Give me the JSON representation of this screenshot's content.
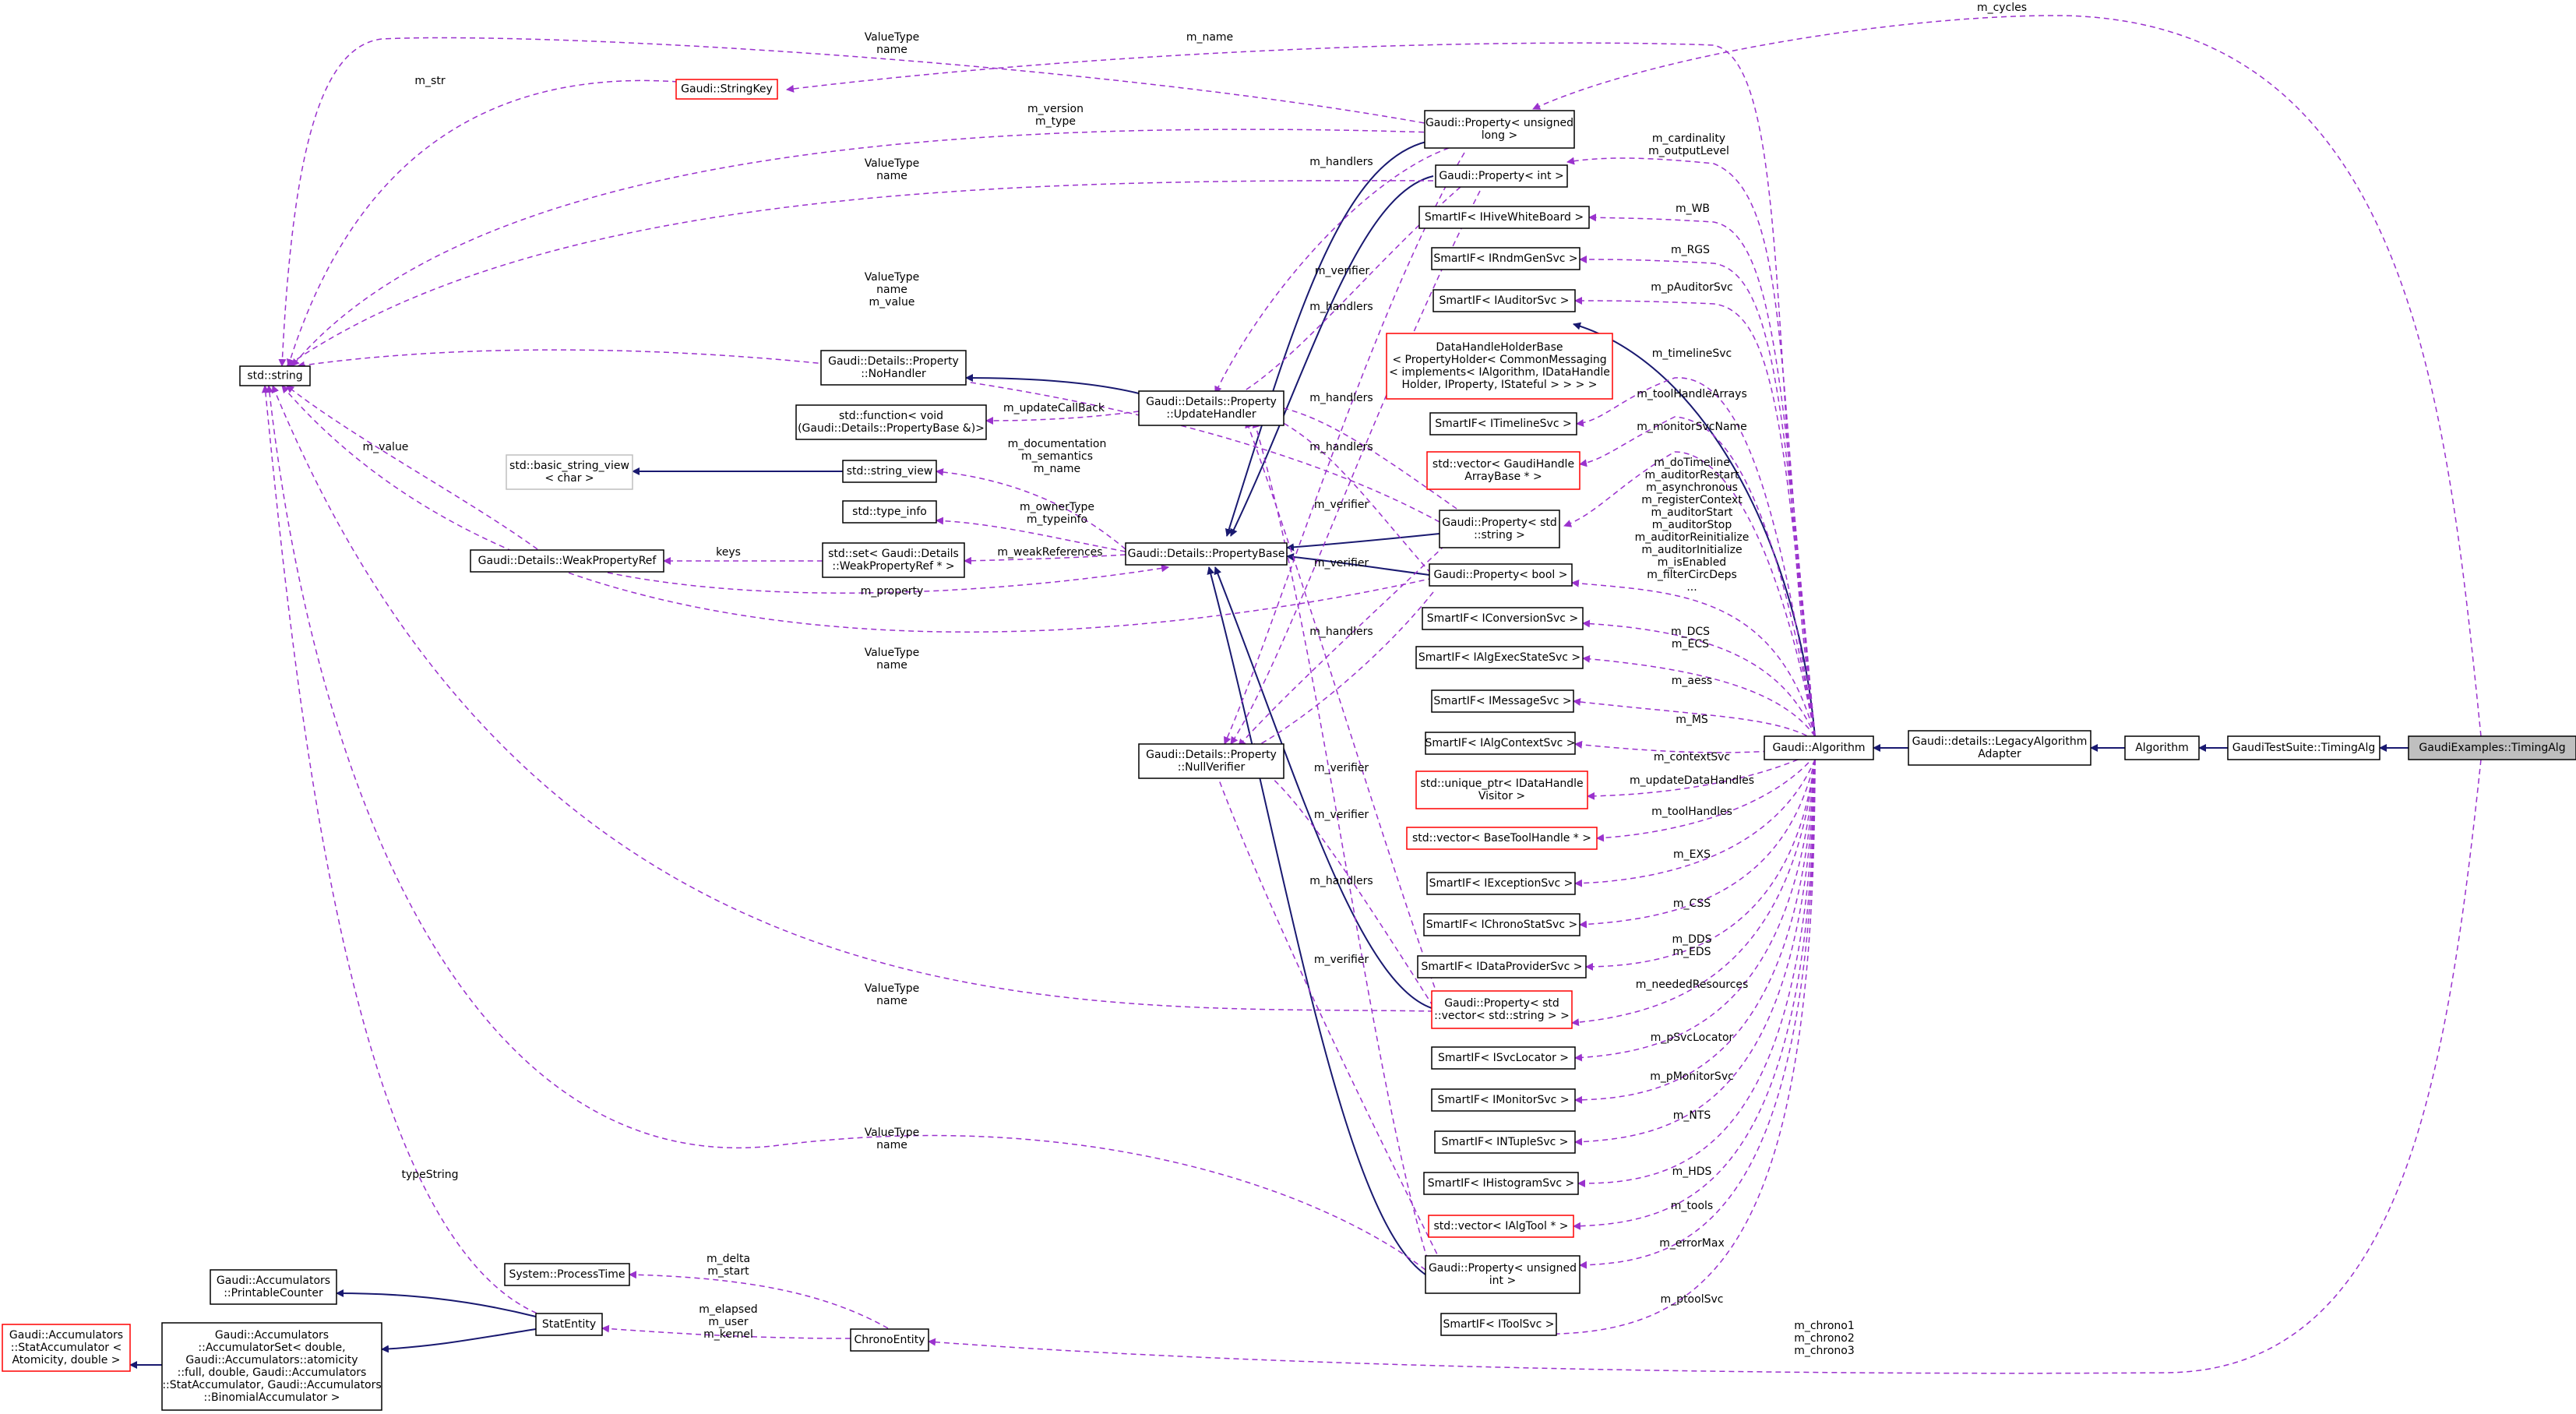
{
  "diagram": {
    "nodes": [
      {
        "id": "timingalg",
        "lines": [
          "GaudiExamples::TimingAlg"
        ],
        "style": "highlight"
      },
      {
        "id": "gts_timingalg",
        "lines": [
          "GaudiTestSuite::TimingAlg"
        ],
        "style": "normal"
      },
      {
        "id": "algorithm",
        "lines": [
          "Algorithm"
        ],
        "style": "normal"
      },
      {
        "id": "legacy_adapter",
        "lines": [
          "Gaudi::details::LegacyAlgorithm",
          "Adapter"
        ],
        "style": "normal"
      },
      {
        "id": "gaudi_algorithm",
        "lines": [
          "Gaudi::Algorithm"
        ],
        "style": "normal"
      },
      {
        "id": "std_string",
        "lines": [
          "std::string"
        ],
        "style": "normal"
      },
      {
        "id": "stringkey",
        "lines": [
          "Gaudi::StringKey"
        ],
        "style": "red"
      },
      {
        "id": "prop_ulong",
        "lines": [
          "Gaudi::Property< unsigned",
          "long >"
        ],
        "style": "normal"
      },
      {
        "id": "prop_int",
        "lines": [
          "Gaudi::Property< int >"
        ],
        "style": "normal"
      },
      {
        "id": "sif_hive",
        "lines": [
          "SmartIF< IHiveWhiteBoard >"
        ],
        "style": "normal"
      },
      {
        "id": "sif_rndm",
        "lines": [
          "SmartIF< IRndmGenSvc >"
        ],
        "style": "normal"
      },
      {
        "id": "sif_auditor",
        "lines": [
          "SmartIF< IAuditorSvc >"
        ],
        "style": "normal"
      },
      {
        "id": "dhhb",
        "lines": [
          "DataHandleHolderBase",
          "< PropertyHolder< CommonMessaging",
          "< implements< IAlgorithm, IDataHandle",
          "Holder, IProperty, IStateful > > > >"
        ],
        "style": "red"
      },
      {
        "id": "nohandler",
        "lines": [
          "Gaudi::Details::Property",
          "::NoHandler"
        ],
        "style": "normal"
      },
      {
        "id": "std_function",
        "lines": [
          "std::function< void",
          "(Gaudi::Details::PropertyBase &)>"
        ],
        "style": "normal"
      },
      {
        "id": "updatehandler",
        "lines": [
          "Gaudi::Details::Property",
          "::UpdateHandler"
        ],
        "style": "normal"
      },
      {
        "id": "sif_timeline",
        "lines": [
          "SmartIF< ITimelineSvc >"
        ],
        "style": "normal"
      },
      {
        "id": "vec_gaudihandle",
        "lines": [
          "std::vector< GaudiHandle",
          "ArrayBase * >"
        ],
        "style": "red"
      },
      {
        "id": "basic_string_view",
        "lines": [
          "std::basic_string_view",
          "< char >"
        ],
        "style": "gray"
      },
      {
        "id": "string_view",
        "lines": [
          "std::string_view"
        ],
        "style": "normal"
      },
      {
        "id": "type_info",
        "lines": [
          "std::type_info"
        ],
        "style": "normal"
      },
      {
        "id": "weakpropref",
        "lines": [
          "Gaudi::Details::WeakPropertyRef"
        ],
        "style": "normal"
      },
      {
        "id": "set_weakref",
        "lines": [
          "std::set< Gaudi::Details",
          "::WeakPropertyRef * >"
        ],
        "style": "normal"
      },
      {
        "id": "propertybase",
        "lines": [
          "Gaudi::Details::PropertyBase"
        ],
        "style": "normal"
      },
      {
        "id": "prop_string",
        "lines": [
          "Gaudi::Property< std",
          "::string >"
        ],
        "style": "normal"
      },
      {
        "id": "prop_bool",
        "lines": [
          "Gaudi::Property< bool >"
        ],
        "style": "normal"
      },
      {
        "id": "sif_conversion",
        "lines": [
          "SmartIF< IConversionSvc >"
        ],
        "style": "normal"
      },
      {
        "id": "sif_algexec",
        "lines": [
          "SmartIF< IAlgExecStateSvc >"
        ],
        "style": "normal"
      },
      {
        "id": "sif_message",
        "lines": [
          "SmartIF< IMessageSvc >"
        ],
        "style": "normal"
      },
      {
        "id": "sif_algcontext",
        "lines": [
          "SmartIF< IAlgContextSvc >"
        ],
        "style": "normal"
      },
      {
        "id": "nullverifier",
        "lines": [
          "Gaudi::Details::Property",
          "::NullVerifier"
        ],
        "style": "normal"
      },
      {
        "id": "uptr_visitor",
        "lines": [
          "std::unique_ptr< IDataHandle",
          "Visitor >"
        ],
        "style": "red"
      },
      {
        "id": "vec_basetoolhandle",
        "lines": [
          "std::vector< BaseToolHandle * >"
        ],
        "style": "red"
      },
      {
        "id": "sif_exception",
        "lines": [
          "SmartIF< IExceptionSvc >"
        ],
        "style": "normal"
      },
      {
        "id": "sif_chrono",
        "lines": [
          "SmartIF< IChronoStatSvc >"
        ],
        "style": "normal"
      },
      {
        "id": "sif_dataprovider",
        "lines": [
          "SmartIF< IDataProviderSvc >"
        ],
        "style": "normal"
      },
      {
        "id": "prop_vecstring",
        "lines": [
          "Gaudi::Property< std",
          "::vector< std::string > >"
        ],
        "style": "red"
      },
      {
        "id": "sif_svclocator",
        "lines": [
          "SmartIF< ISvcLocator >"
        ],
        "style": "normal"
      },
      {
        "id": "sif_monitor",
        "lines": [
          "SmartIF< IMonitorSvc >"
        ],
        "style": "normal"
      },
      {
        "id": "sif_ntuple",
        "lines": [
          "SmartIF< INTupleSvc >"
        ],
        "style": "normal"
      },
      {
        "id": "sif_histogram",
        "lines": [
          "SmartIF< IHistogramSvc >"
        ],
        "style": "normal"
      },
      {
        "id": "vec_algtool",
        "lines": [
          "std::vector< IAlgTool * >"
        ],
        "style": "red"
      },
      {
        "id": "prop_uint",
        "lines": [
          "Gaudi::Property< unsigned",
          "int >"
        ],
        "style": "normal"
      },
      {
        "id": "sif_toolsvc",
        "lines": [
          "SmartIF< IToolSvc >"
        ],
        "style": "normal"
      },
      {
        "id": "printablecounter",
        "lines": [
          "Gaudi::Accumulators",
          "::PrintableCounter"
        ],
        "style": "normal"
      },
      {
        "id": "processtime",
        "lines": [
          "System::ProcessTime"
        ],
        "style": "normal"
      },
      {
        "id": "statentity",
        "lines": [
          "StatEntity"
        ],
        "style": "normal"
      },
      {
        "id": "chronoentity",
        "lines": [
          "ChronoEntity"
        ],
        "style": "normal"
      },
      {
        "id": "accset",
        "lines": [
          "Gaudi::Accumulators",
          "::AccumulatorSet< double,",
          " Gaudi::Accumulators::atomicity",
          "::full, double, Gaudi::Accumulators",
          "::StatAccumulator, Gaudi::Accumulators",
          "::BinomialAccumulator >"
        ],
        "style": "normal"
      },
      {
        "id": "stataccumulator",
        "lines": [
          "Gaudi::Accumulators",
          "::StatAccumulator <",
          " Atomicity, double >"
        ],
        "style": "red"
      }
    ],
    "labels": [
      {
        "id": "l_cycles",
        "lines": [
          "m_cycles"
        ]
      },
      {
        "id": "l_name",
        "lines": [
          "m_name"
        ]
      },
      {
        "id": "l_vt_name_1",
        "lines": [
          "ValueType",
          "name"
        ]
      },
      {
        "id": "l_str",
        "lines": [
          "m_str"
        ]
      },
      {
        "id": "l_version",
        "lines": [
          "m_version",
          "m_type"
        ]
      },
      {
        "id": "l_vt_name_2",
        "lines": [
          "ValueType",
          "name"
        ]
      },
      {
        "id": "l_handlers_1",
        "lines": [
          "m_handlers"
        ]
      },
      {
        "id": "l_cardinality",
        "lines": [
          "m_cardinality",
          "m_outputLevel"
        ]
      },
      {
        "id": "l_wb",
        "lines": [
          "m_WB"
        ]
      },
      {
        "id": "l_verifier_1",
        "lines": [
          "m_verifier"
        ]
      },
      {
        "id": "l_rgs",
        "lines": [
          "m_RGS"
        ]
      },
      {
        "id": "l_vt_name_value",
        "lines": [
          "ValueType",
          "name",
          "m_value"
        ]
      },
      {
        "id": "l_pauditorsvc",
        "lines": [
          "m_pAuditorSvc"
        ]
      },
      {
        "id": "l_handlers_2",
        "lines": [
          "m_handlers"
        ]
      },
      {
        "id": "l_timelinesvc",
        "lines": [
          "m_timelineSvc"
        ]
      },
      {
        "id": "l_updatecallback",
        "lines": [
          "m_updateCallBack"
        ]
      },
      {
        "id": "l_handlers_3",
        "lines": [
          "m_handlers"
        ]
      },
      {
        "id": "l_toolhandlearrays",
        "lines": [
          "m_toolHandleArrays"
        ]
      },
      {
        "id": "l_handlers_4",
        "lines": [
          "m_handlers"
        ]
      },
      {
        "id": "l_value",
        "lines": [
          "m_value"
        ]
      },
      {
        "id": "l_monitorsvcname",
        "lines": [
          "m_monitorSvcName"
        ]
      },
      {
        "id": "l_documentation",
        "lines": [
          "m_documentation",
          "m_semantics",
          "m_name"
        ]
      },
      {
        "id": "l_dotimeline",
        "lines": [
          "m_doTimeline",
          "m_auditorRestart",
          "m_asynchronous",
          "m_registerContext",
          "m_auditorStart",
          "m_auditorStop",
          "m_auditorReinitialize",
          "m_auditorInitialize",
          "m_isEnabled",
          "m_filterCircDeps",
          "..."
        ]
      },
      {
        "id": "l_ownertype",
        "lines": [
          "m_ownerType",
          "m_typeinfo"
        ]
      },
      {
        "id": "l_verifier_2",
        "lines": [
          "m_verifier"
        ]
      },
      {
        "id": "l_keys",
        "lines": [
          "keys"
        ]
      },
      {
        "id": "l_weakreferences",
        "lines": [
          "m_weakReferences"
        ]
      },
      {
        "id": "l_verifier_3",
        "lines": [
          "m_verifier"
        ]
      },
      {
        "id": "l_property",
        "lines": [
          "m_property"
        ]
      },
      {
        "id": "l_handlers_5",
        "lines": [
          "m_handlers"
        ]
      },
      {
        "id": "l_dcs",
        "lines": [
          "m_DCS",
          "m_ECS"
        ]
      },
      {
        "id": "l_vt_name_3",
        "lines": [
          "ValueType",
          "name"
        ]
      },
      {
        "id": "l_aess",
        "lines": [
          "m_aess"
        ]
      },
      {
        "id": "l_ms",
        "lines": [
          "m_MS"
        ]
      },
      {
        "id": "l_contextsvc",
        "lines": [
          "m_contextSvc"
        ]
      },
      {
        "id": "l_verifier_4",
        "lines": [
          "m_verifier"
        ]
      },
      {
        "id": "l_updatedatahandles",
        "lines": [
          "m_updateDataHandles"
        ]
      },
      {
        "id": "l_toolhandles",
        "lines": [
          "m_toolHandles"
        ]
      },
      {
        "id": "l_verifier_5",
        "lines": [
          "m_verifier"
        ]
      },
      {
        "id": "l_exs",
        "lines": [
          "m_EXS"
        ]
      },
      {
        "id": "l_handlers_6",
        "lines": [
          "m_handlers"
        ]
      },
      {
        "id": "l_css",
        "lines": [
          "m_CSS"
        ]
      },
      {
        "id": "l_dds",
        "lines": [
          "m_DDS",
          "m_EDS"
        ]
      },
      {
        "id": "l_vt_name_4",
        "lines": [
          "ValueType",
          "name"
        ]
      },
      {
        "id": "l_neededresources",
        "lines": [
          "m_neededResources"
        ]
      },
      {
        "id": "l_verifier_6",
        "lines": [
          "m_verifier"
        ]
      },
      {
        "id": "l_psvclocator",
        "lines": [
          "m_pSvcLocator"
        ]
      },
      {
        "id": "l_pmonitorsvc",
        "lines": [
          "m_pMonitorSvc"
        ]
      },
      {
        "id": "l_nts",
        "lines": [
          "m_NTS"
        ]
      },
      {
        "id": "l_vt_name_5",
        "lines": [
          "ValueType",
          "name"
        ]
      },
      {
        "id": "l_typestring",
        "lines": [
          "typeString"
        ]
      },
      {
        "id": "l_hds",
        "lines": [
          "m_HDS"
        ]
      },
      {
        "id": "l_tools",
        "lines": [
          "m_tools"
        ]
      },
      {
        "id": "l_errormax",
        "lines": [
          "m_errorMax"
        ]
      },
      {
        "id": "l_delta",
        "lines": [
          "m_delta",
          "m_start"
        ]
      },
      {
        "id": "l_ptoolsvc",
        "lines": [
          "m_ptoolSvc"
        ]
      },
      {
        "id": "l_elapsed",
        "lines": [
          "m_elapsed",
          "m_user",
          "m_kernel"
        ]
      },
      {
        "id": "l_chrono",
        "lines": [
          "m_chrono1",
          "m_chrono2",
          "m_chrono3"
        ]
      }
    ]
  }
}
